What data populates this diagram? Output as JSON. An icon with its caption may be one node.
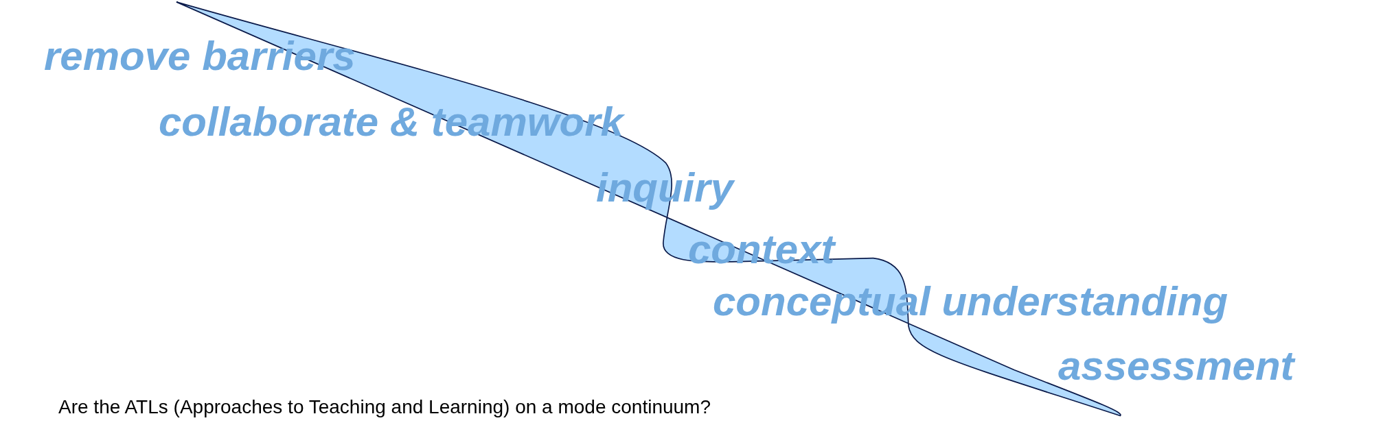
{
  "diagram": {
    "caption": "Are the ATLs (Approaches to Teaching and Learning) on a mode continuum?",
    "labels": [
      "remove barriers",
      "collaborate & teamwork",
      "inquiry",
      "context",
      "conceptual understanding",
      "assessment"
    ]
  }
}
